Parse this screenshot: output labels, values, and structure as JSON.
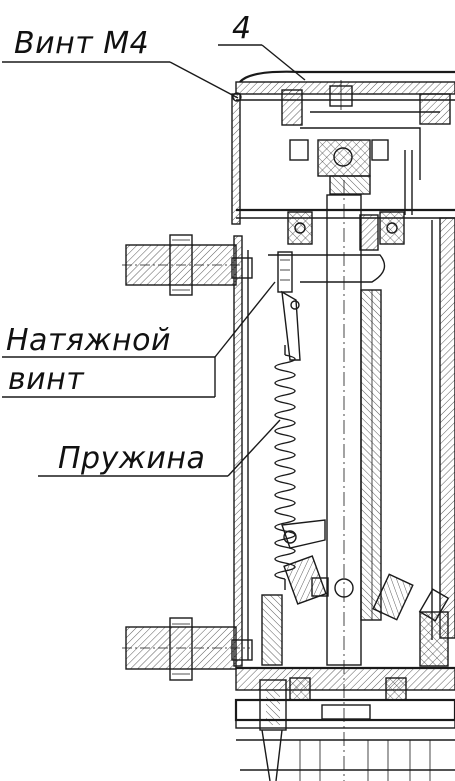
{
  "callouts": {
    "screw_m4": "Винт М4",
    "part_number": "4",
    "tension_screw_line1": "Натяжной",
    "tension_screw_line2": "винт",
    "spring": "Пружина"
  }
}
